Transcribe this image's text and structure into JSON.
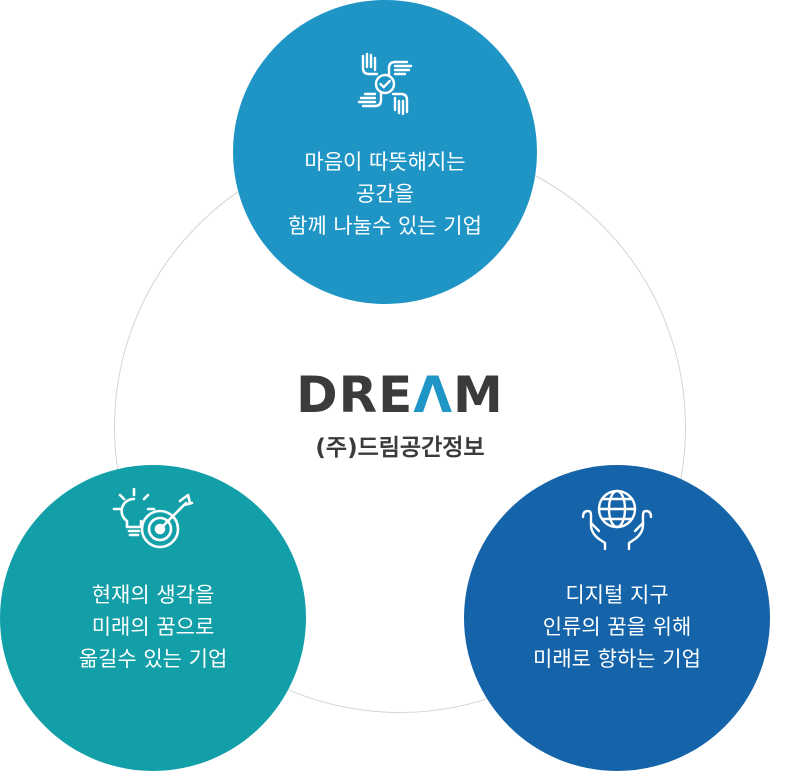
{
  "logo": {
    "word_prefix": "DRE",
    "word_accent": "Λ",
    "word_suffix": "M",
    "subtitle": "(주)드림공간정보"
  },
  "bubbles": {
    "top": {
      "icon": "hands-check-icon",
      "color": "#1f95c6",
      "lines": [
        "마음이 따뜻해지는",
        "공간을",
        "함께 나눌수 있는 기업"
      ]
    },
    "left": {
      "icon": "lightbulb-target-icon",
      "color": "#129fa8",
      "lines": [
        "현재의 생각을",
        "미래의 꿈으로",
        "옮길수 있는 기업"
      ]
    },
    "right": {
      "icon": "hands-globe-icon",
      "color": "#1564a9",
      "lines": [
        "디지털 지구",
        "인류의 꿈을 위해",
        "미래로 향하는 기업"
      ]
    }
  }
}
